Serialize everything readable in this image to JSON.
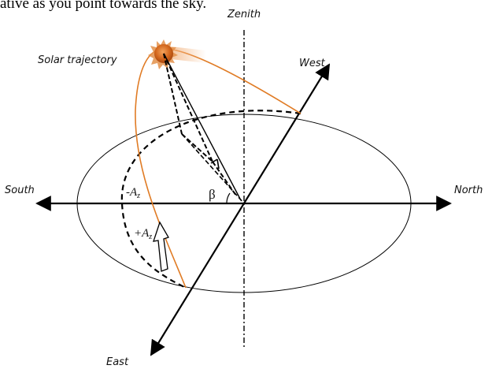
{
  "caption": "ative as you point towards the sky.",
  "labels": {
    "zenith": "Zenith",
    "west": "West",
    "north": "North",
    "south": "South",
    "east": "East",
    "solar_trajectory": "Solar trajectory",
    "beta": "β"
  },
  "azimuth": {
    "neg_prefix": "-A",
    "pos_prefix": "+A",
    "subscript": "z"
  },
  "colors": {
    "trajectory": "#e07b24",
    "sun": "#d4681e",
    "lines": "#000000"
  }
}
